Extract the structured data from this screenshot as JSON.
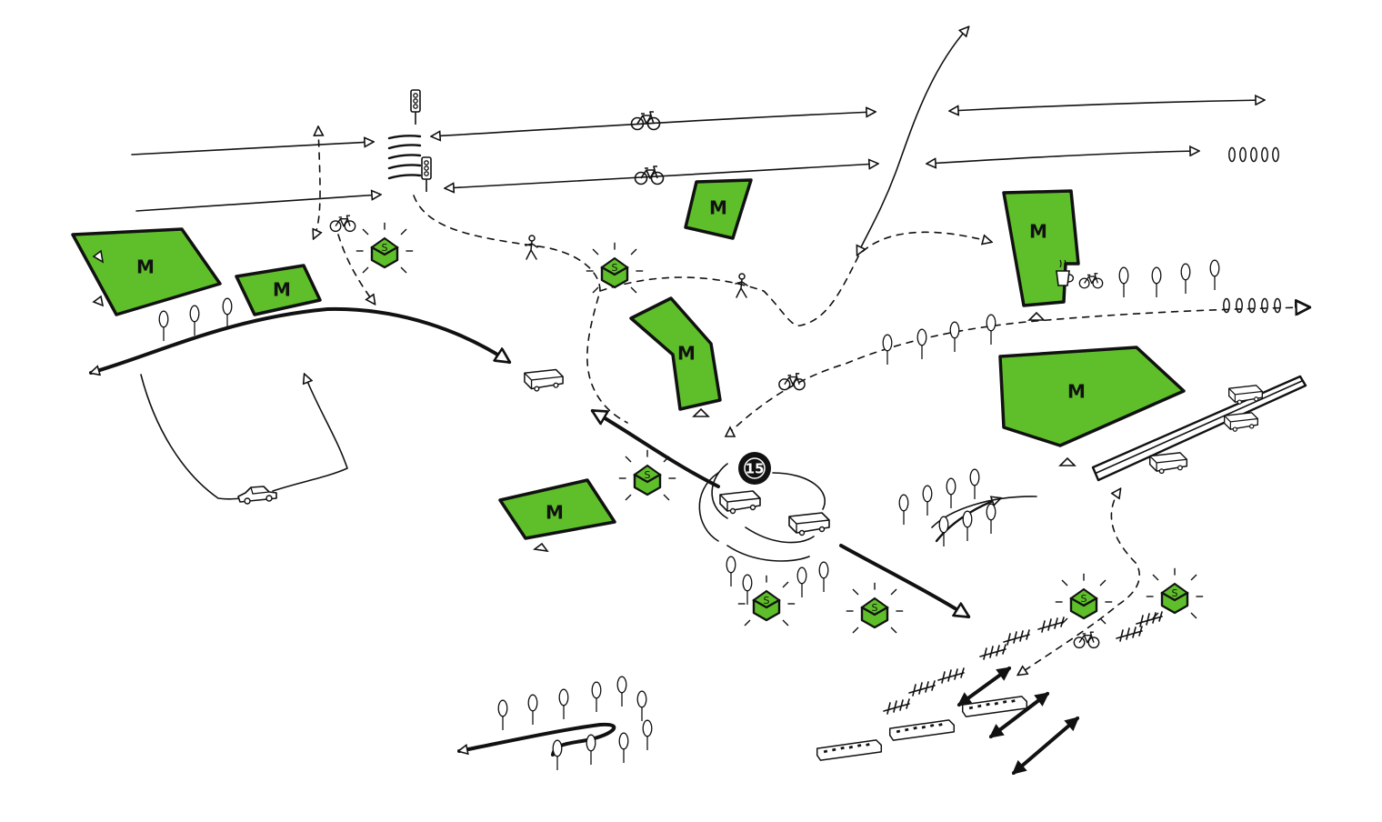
{
  "colors": {
    "building_fill": "#5fbf2a",
    "ink": "#111111",
    "background": "#ffffff"
  },
  "labels": {
    "building": "M",
    "small_building": "S",
    "speed_limit": "15"
  },
  "icons": {
    "bicycle": "bicycle-icon",
    "pedestrian": "pedestrian-icon",
    "bus": "bus-icon",
    "car": "car-icon",
    "tram": "tram-icon",
    "tree": "tree-icon",
    "traffic_light": "traffic-light-icon",
    "cafe": "cafe-cup-icon",
    "bollard": "bollard-icon"
  }
}
